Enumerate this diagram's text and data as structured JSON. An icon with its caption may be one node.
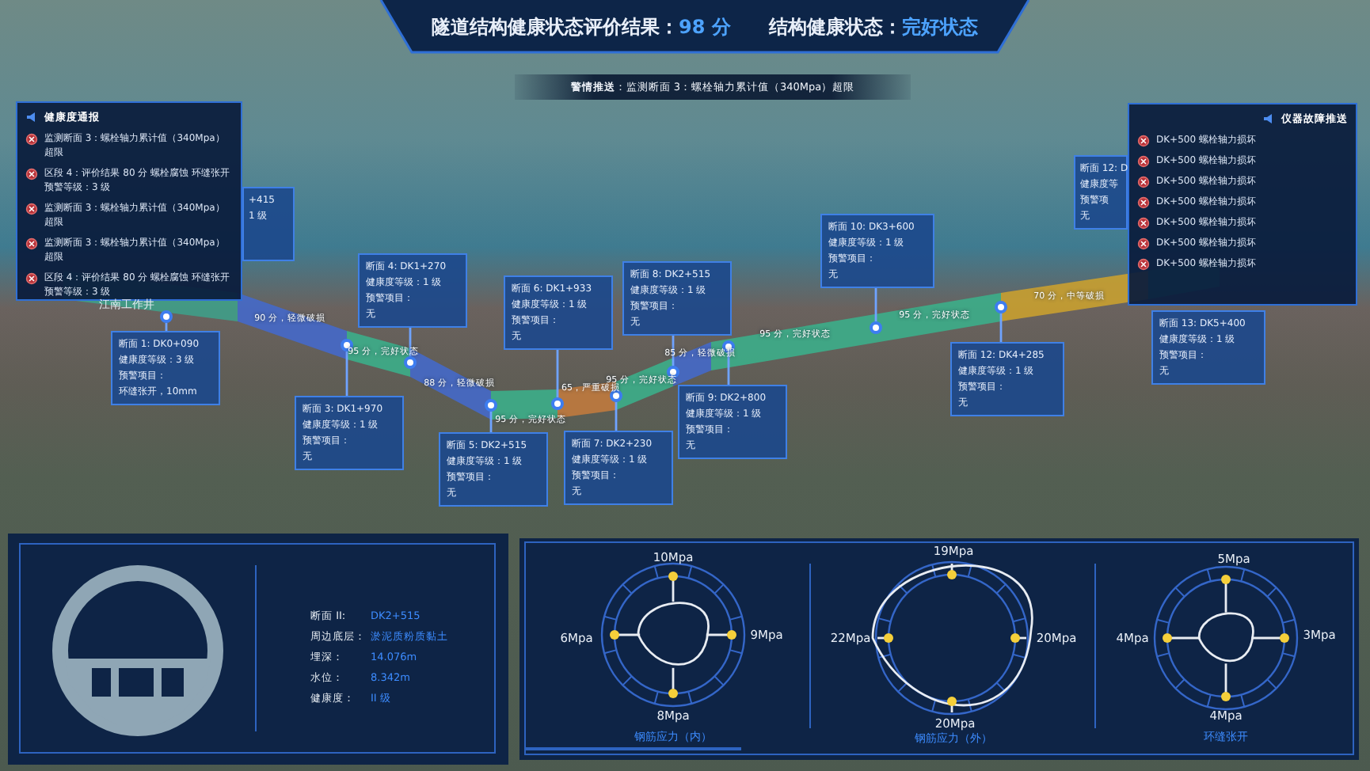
{
  "diagram": {
    "nodes": [
      {
        "text": [
          "隧道结构健康状态评价结果：",
          "98 分",
          "结构健康状态：",
          "完好状态"
        ]
      },
      {
        "text": [
          "**警情推送**：监测断面 3：螺栓轴力累计值（340Mpa）超限"
        ]
      },
      {
        "text": [
          "健康度通报",
          "监测断面 3：螺栓轴力累计值（340Mpa）超限",
          "区段 4：评价结果 80 分 螺栓腐蚀 环缝张开预警等级：3 级",
          "监测断面 3：螺栓轴力累计值（340Mpa）超限",
          "监测断面 3：螺栓轴力累计值（340Mpa）超限",
          "区段 4：评价结果 80 分 螺栓腐蚀 环缝张开预警等级：3 级"
        ]
      },
      {
        "text": [
          "仪器故障推送",
          "DK+500 螺栓轴力损坏",
          "DK+500 螺栓轴力损坏",
          "DK+500 螺栓轴力损坏",
          "DK+500 螺栓轴力损坏",
          "DK+500 螺栓轴力损坏",
          "DK+500 螺栓轴力损坏",
          "DK+500 螺栓轴力损坏"
        ]
      },
      {
        "text": [
          "+415",
          "1 级"
        ]
      },
      {
        "text": [
          "断面 1: DK0+090",
          "健康度等级：3 级",
          "预警项目：",
          "环缝张开，10mm"
        ]
      },
      {
        "text": [
          "断面 4: DK1+270",
          "健康度等级：1 级",
          "预警项目：",
          "无"
        ]
      },
      {
        "text": [
          "断面 3: DK1+970",
          "健康度等级：1 级",
          "预警项目：",
          "无"
        ]
      },
      {
        "text": [
          "断面 6: DK1+933",
          "健康度等级：1 级",
          "预警项目：",
          "无"
        ]
      },
      {
        "text": [
          "断面 5: DK2+515",
          "健康度等级：1 级",
          "预警项目：",
          "无"
        ]
      },
      {
        "text": [
          "断面 8: DK2+515",
          "健康度等级：1 级",
          "预警项目：",
          "无"
        ]
      },
      {
        "text": [
          "断面 7: DK2+230",
          "健康度等级：1 级",
          "预警项目：",
          "无"
        ]
      },
      {
        "text": [
          "断面 9: DK2+800",
          "健康度等级：1 级",
          "预警项目：",
          "无"
        ]
      },
      {
        "text": [
          "断面 10: DK3+600",
          "健康度等级：1 级",
          "预警项目：",
          "无"
        ]
      },
      {
        "text": [
          "断面 12: D",
          "健康度等",
          "预警项",
          "无"
        ]
      },
      {
        "text": [
          "断面 13: DK5+400",
          "健康度等级：1 级",
          "预警项目：",
          "无"
        ]
      },
      {
        "text": [
          "断面 12: DK4+285",
          "健康度等级：1 级",
          "预警项目：",
          "无"
        ]
      },
      {
        "text": [],
        "shape": "circle"
      },
      {
        "text": [],
        "shape": "circle"
      },
      {
        "text": [],
        "shape": "circle"
      },
      {
        "text": [],
        "shape": "circle"
      },
      {
        "text": [],
        "shape": "circle"
      },
      {
        "text": [],
        "shape": "circle"
      },
      {
        "text": [],
        "shape": "circle"
      },
      {
        "text": [],
        "shape": "circle"
      },
      {
        "text": [],
        "shape": "circle"
      },
      {
        "text": [],
        "shape": "circle"
      }
    ],
    "edges": [
      {
        "from": 5,
        "to": 17,
        "arrow": "none"
      },
      {
        "from": 7,
        "to": 18,
        "arrow": "none"
      },
      {
        "from": 6,
        "to": 19,
        "arrow": "none"
      },
      {
        "from": 9,
        "to": 20,
        "arrow": "none"
      },
      {
        "from": 8,
        "to": 21,
        "arrow": "none"
      },
      {
        "from": 11,
        "to": 22,
        "arrow": "none"
      },
      {
        "from": 10,
        "to": 23,
        "arrow": "none"
      },
      {
        "from": 12,
        "to": 24,
        "arrow": "none"
      },
      {
        "from": 13,
        "to": 25,
        "arrow": "none"
      },
      {
        "from": 16,
        "to": 26,
        "arrow": "none"
      }
    ],
    "labels": [
      "江南工作井",
      "90 分，轻微破损",
      "95 分，完好状态",
      "88 分，轻微破损",
      "95 分，完好状态",
      "65，严重破损",
      "95 分，完好状态",
      "85 分，轻微破损",
      "95 分，完好状态",
      "95 分，完好状态",
      "70 分，中等破损",
      "断面 II:",
      "DK2+515",
      "周边底层：",
      "淤泥质粉质黏土",
      "埋深：",
      "14.076m",
      "水位：",
      "8.342m",
      "健康度：",
      "II 级",
      "10Mpa",
      "6Mpa",
      "9Mpa",
      "8Mpa",
      "钢筋应力（内）",
      "19Mpa",
      "22Mpa",
      "20Mpa",
      "20Mpa",
      "钢筋应力（外）",
      "5Mpa",
      "4Mpa",
      "3Mpa",
      "4Mpa",
      "环缝张开"
    ]
  }
}
